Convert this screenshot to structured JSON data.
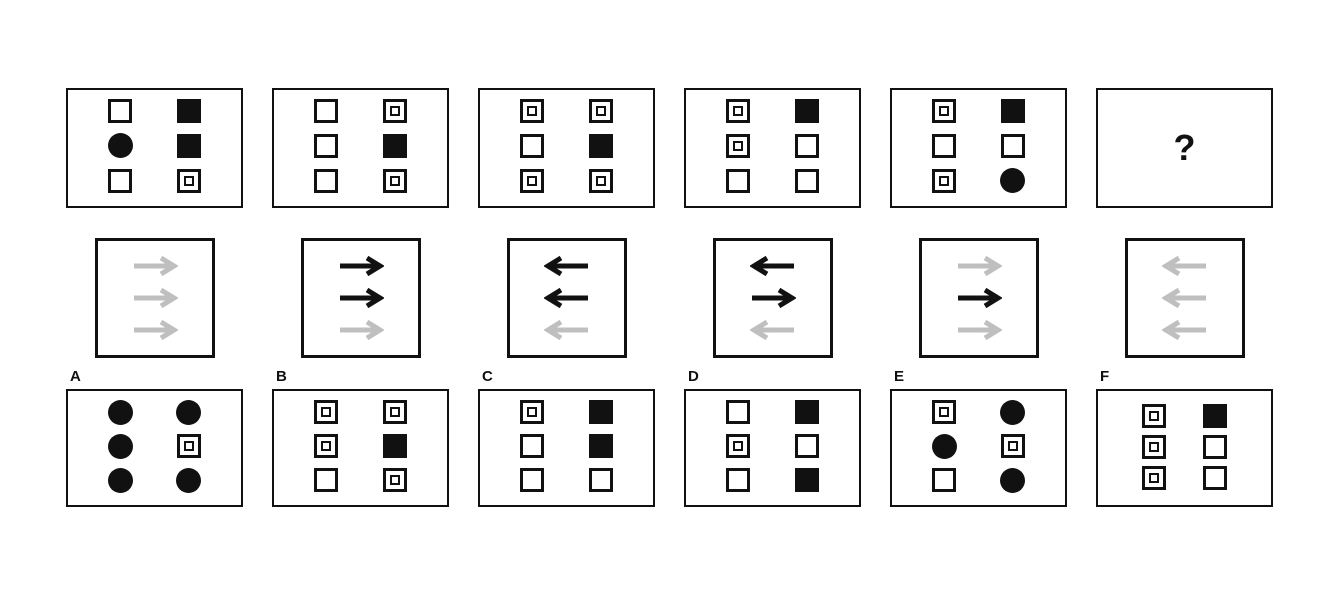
{
  "colors": {
    "black": "#111111",
    "gray": "#bfbfbf",
    "background": "#ffffff"
  },
  "mystery": {
    "symbol": "?"
  },
  "sequence_panels": [
    {
      "id": 1,
      "grid": [
        [
          "open-square",
          "filled-square"
        ],
        [
          "filled-circle",
          "filled-square"
        ],
        [
          "open-square",
          "double-square"
        ]
      ]
    },
    {
      "id": 2,
      "grid": [
        [
          "open-square",
          "double-square"
        ],
        [
          "open-square",
          "filled-square"
        ],
        [
          "open-square",
          "double-square"
        ]
      ]
    },
    {
      "id": 3,
      "grid": [
        [
          "double-square",
          "double-square"
        ],
        [
          "open-square",
          "filled-square"
        ],
        [
          "double-square",
          "double-square"
        ]
      ]
    },
    {
      "id": 4,
      "grid": [
        [
          "double-square",
          "filled-square"
        ],
        [
          "double-square",
          "open-square"
        ],
        [
          "open-square",
          "open-square"
        ]
      ]
    },
    {
      "id": 5,
      "grid": [
        [
          "double-square",
          "filled-square"
        ],
        [
          "open-square",
          "open-square"
        ],
        [
          "double-square",
          "filled-circle"
        ]
      ]
    }
  ],
  "arrow_panels": [
    {
      "id": 1,
      "arrows": [
        {
          "dir": "right",
          "color": "gray"
        },
        {
          "dir": "right",
          "color": "gray"
        },
        {
          "dir": "right",
          "color": "gray"
        }
      ]
    },
    {
      "id": 2,
      "arrows": [
        {
          "dir": "right",
          "color": "black"
        },
        {
          "dir": "right",
          "color": "black"
        },
        {
          "dir": "right",
          "color": "gray"
        }
      ]
    },
    {
      "id": 3,
      "arrows": [
        {
          "dir": "left",
          "color": "black"
        },
        {
          "dir": "left",
          "color": "black"
        },
        {
          "dir": "left",
          "color": "gray"
        }
      ]
    },
    {
      "id": 4,
      "arrows": [
        {
          "dir": "left",
          "color": "black"
        },
        {
          "dir": "right",
          "color": "black"
        },
        {
          "dir": "left",
          "color": "gray"
        }
      ]
    },
    {
      "id": 5,
      "arrows": [
        {
          "dir": "right",
          "color": "gray"
        },
        {
          "dir": "right",
          "color": "black"
        },
        {
          "dir": "right",
          "color": "gray"
        }
      ]
    },
    {
      "id": 6,
      "arrows": [
        {
          "dir": "left",
          "color": "gray"
        },
        {
          "dir": "left",
          "color": "gray"
        },
        {
          "dir": "left",
          "color": "gray"
        }
      ]
    }
  ],
  "options": [
    {
      "label": "A",
      "grid": [
        [
          "filled-circle",
          "filled-circle"
        ],
        [
          "filled-circle",
          "double-square"
        ],
        [
          "filled-circle",
          "filled-circle"
        ]
      ]
    },
    {
      "label": "B",
      "grid": [
        [
          "double-square",
          "double-square"
        ],
        [
          "double-square",
          "filled-square"
        ],
        [
          "open-square",
          "double-square"
        ]
      ]
    },
    {
      "label": "C",
      "grid": [
        [
          "double-square",
          "filled-square"
        ],
        [
          "open-square",
          "filled-square"
        ],
        [
          "open-square",
          "open-square"
        ]
      ]
    },
    {
      "label": "D",
      "grid": [
        [
          "open-square",
          "filled-square"
        ],
        [
          "double-square",
          "open-square"
        ],
        [
          "open-square",
          "filled-square"
        ]
      ]
    },
    {
      "label": "E",
      "grid": [
        [
          "double-square",
          "filled-circle"
        ],
        [
          "filled-circle",
          "double-square"
        ],
        [
          "open-square",
          "filled-circle"
        ]
      ]
    },
    {
      "label": "F",
      "grid": [
        [
          "double-square",
          "filled-square"
        ],
        [
          "double-square",
          "open-square"
        ],
        [
          "double-square",
          "open-square"
        ]
      ],
      "tight": true
    }
  ]
}
